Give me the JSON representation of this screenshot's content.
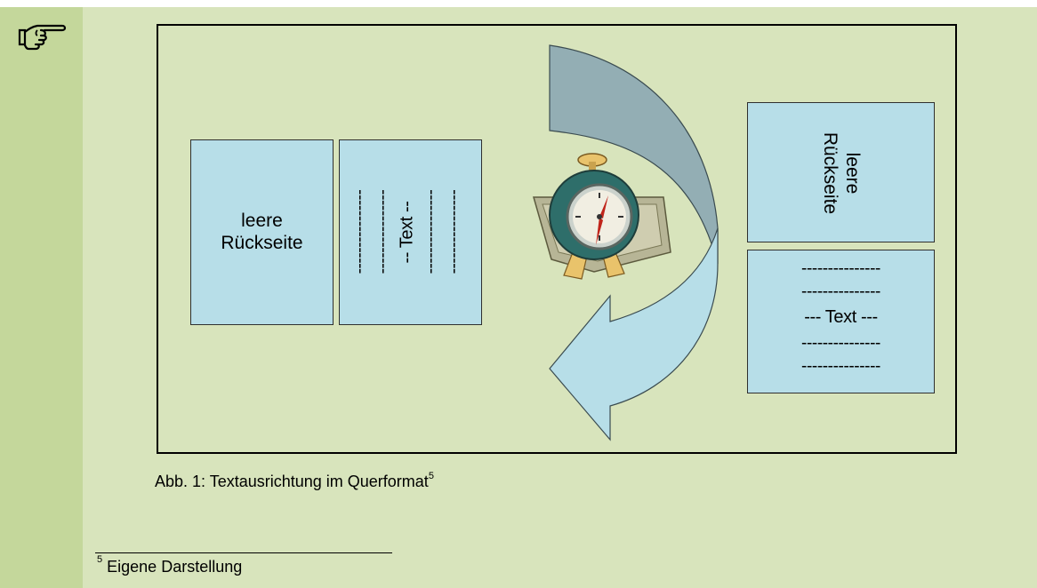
{
  "figure": {
    "left_page": {
      "label_line1": "leere",
      "label_line2": "Rückseite",
      "text_label": "-- Text --",
      "dash_line": "----------------"
    },
    "right_page": {
      "label_line1": "leere",
      "label_line2": "Rückseite",
      "dash_line": "---------------",
      "text_label": "--- Text ---"
    },
    "icons": [
      "pointing-hand-icon",
      "alarm-clock-icon",
      "curved-arrow-icon"
    ],
    "colors": {
      "panel": "#d8e4bc",
      "strip": "#c4d79b",
      "page": "#b7dee8",
      "arrow_dark": "#93aeb4"
    }
  },
  "caption": {
    "text": "Abb. 1: Textausrichtung im Querformat",
    "footnote_ref": "5"
  },
  "footnote": {
    "number": "5",
    "text": "Eigene Darstellung"
  }
}
